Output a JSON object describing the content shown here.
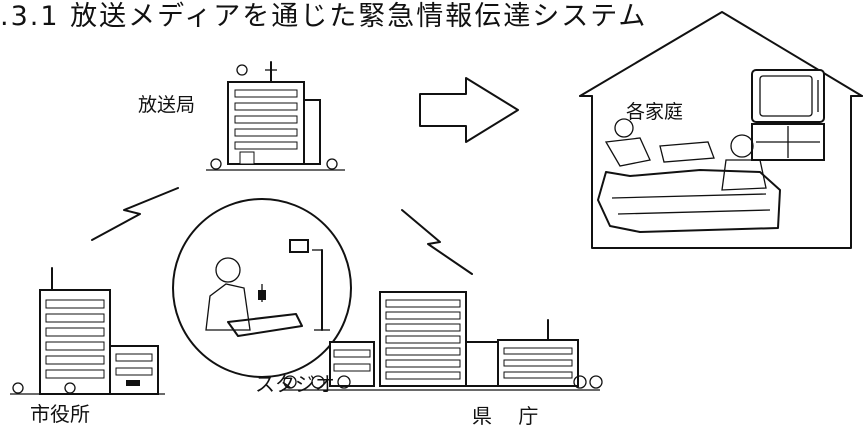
{
  "title": ".3.1 放送メディアを通じた緊急情報伝達システム",
  "labels": {
    "broadcast_station": "放送局",
    "households": "各家庭",
    "studio": "スタジオ",
    "city_hall": "市役所",
    "prefectural_office": "県 庁"
  }
}
